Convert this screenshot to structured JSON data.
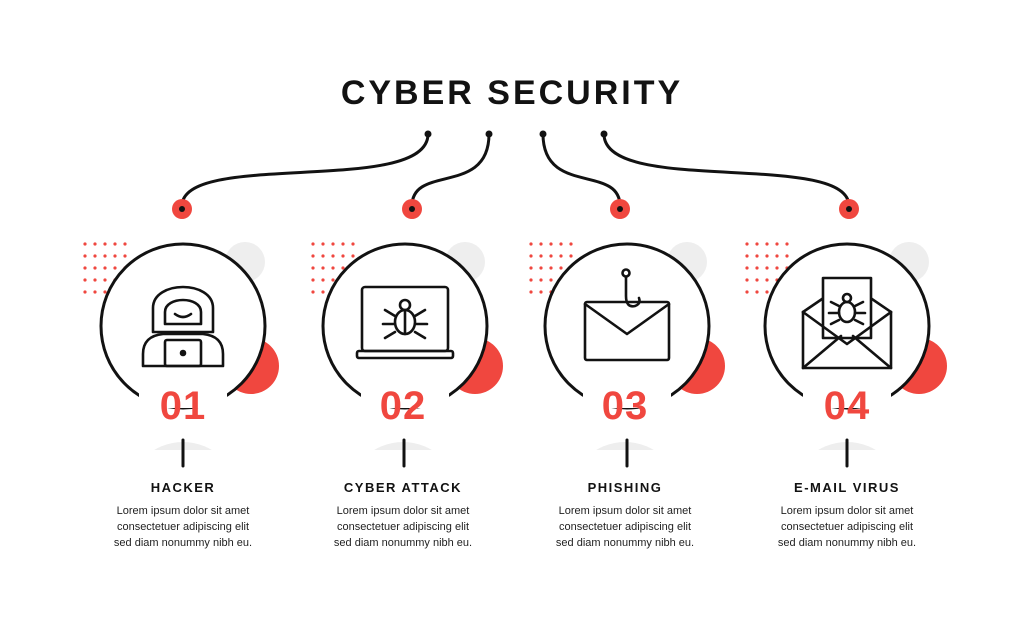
{
  "title": "CYBER SECURITY",
  "colors": {
    "accent": "#f0473f",
    "ink": "#121212",
    "shadow": "#eeeeee"
  },
  "steps": [
    {
      "number": "01",
      "heading": "HACKER",
      "icon": "hacker-icon",
      "lines": [
        "Lorem ipsum dolor sit amet",
        "consectetuer adipiscing elit",
        "sed diam nonummy nibh eu."
      ]
    },
    {
      "number": "02",
      "heading": "CYBER ATTACK",
      "icon": "laptop-bug-icon",
      "lines": [
        "Lorem ipsum dolor sit amet",
        "consectetuer adipiscing elit",
        "sed diam nonummy nibh eu."
      ]
    },
    {
      "number": "03",
      "heading": "PHISHING",
      "icon": "phishing-envelope-icon",
      "lines": [
        "Lorem ipsum dolor sit amet",
        "consectetuer adipiscing elit",
        "sed diam nonummy nibh eu."
      ]
    },
    {
      "number": "04",
      "heading": "E-MAIL VIRUS",
      "icon": "email-virus-icon",
      "lines": [
        "Lorem ipsum dolor sit amet",
        "consectetuer adipiscing elit",
        "sed diam nonummy nibh eu."
      ]
    }
  ]
}
